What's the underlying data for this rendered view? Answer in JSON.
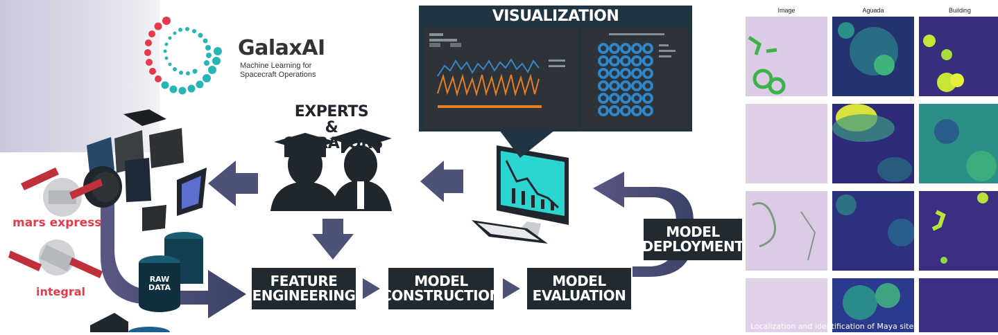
{
  "logo": {
    "name": "GalaxAI",
    "tagline_line1": "Machine Learning for",
    "tagline_line2": "Spacecraft Operations"
  },
  "visualization": {
    "title": "VISUALIZATION"
  },
  "experts": {
    "line1": "EXPERTS",
    "line2": "& OPERATORS"
  },
  "raw_data": {
    "line1": "RAW",
    "line2": "DATA"
  },
  "steps": [
    {
      "line1": "FEATURE",
      "line2": "ENGINEERING"
    },
    {
      "line1": "MODEL",
      "line2": "CONSTRUCTION"
    },
    {
      "line1": "MODEL",
      "line2": "EVALUATION"
    },
    {
      "line1": "MODEL",
      "line2": "DEPLOYMENT"
    }
  ],
  "satellites": [
    "mars express",
    "integral"
  ],
  "image_grid": {
    "columns": [
      "Image",
      "Aguada",
      "Building"
    ],
    "caption": "Localization and identification of Maya sites"
  },
  "colors": {
    "dark_box": "#222a31",
    "arrow_purple": "#4a4f7a",
    "accent_teal": "#27b5b5",
    "accent_red": "#e6394a"
  }
}
